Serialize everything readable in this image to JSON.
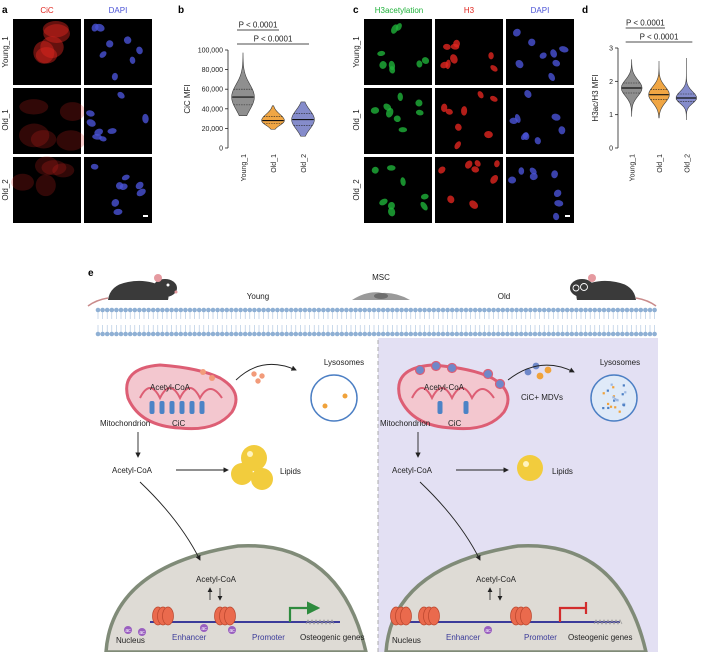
{
  "panels": {
    "a": "a",
    "b": "b",
    "c": "c",
    "d": "d",
    "e": "e"
  },
  "panel_a": {
    "channels": [
      "CiC",
      "DAPI"
    ],
    "rows": [
      "Young_1",
      "Old_1",
      "Old_2"
    ],
    "colors": {
      "CiC": "#e0261f",
      "DAPI": "#4a52d6"
    }
  },
  "panel_c": {
    "channels": [
      "H3acetylation",
      "H3",
      "DAPI"
    ],
    "rows": [
      "Young_1",
      "Old_1",
      "Old_2"
    ],
    "colors": {
      "H3acetylation": "#1fb23a",
      "H3": "#e0261f",
      "DAPI": "#4a52d6"
    }
  },
  "chart_data": [
    {
      "type": "violin",
      "panel": "b",
      "ylabel": "CiC MFI",
      "categories": [
        "Young_1",
        "Old_1",
        "Old_2"
      ],
      "median": [
        52000,
        28000,
        29000
      ],
      "quartiles": [
        [
          44000,
          60000
        ],
        [
          25000,
          32000
        ],
        [
          23000,
          35000
        ]
      ],
      "range": [
        [
          33000,
          97000
        ],
        [
          19000,
          43000
        ],
        [
          12000,
          47000
        ]
      ],
      "colors": [
        "#8a8a8a",
        "#f0a23a",
        "#7f86c9"
      ],
      "ylim": [
        0,
        100000
      ],
      "yticks": [
        "0",
        "20,000",
        "40,000",
        "60,000",
        "80,000",
        "100,000"
      ],
      "annotations": [
        {
          "label": "P < 0.0001",
          "from": "Young_1",
          "to": "Old_1"
        },
        {
          "label": "P < 0.0001",
          "from": "Young_1",
          "to": "Old_2"
        }
      ]
    },
    {
      "type": "violin",
      "panel": "d",
      "ylabel": "H3ac/H3 MFI",
      "categories": [
        "Young_1",
        "Old_1",
        "Old_2"
      ],
      "median": [
        1.8,
        1.6,
        1.5
      ],
      "quartiles": [
        [
          1.65,
          1.95
        ],
        [
          1.45,
          1.75
        ],
        [
          1.4,
          1.62
        ]
      ],
      "range": [
        [
          0.95,
          2.65
        ],
        [
          0.9,
          2.6
        ],
        [
          0.85,
          2.7
        ]
      ],
      "colors": [
        "#8a8a8a",
        "#f0a23a",
        "#7f86c9"
      ],
      "ylim": [
        0,
        3
      ],
      "yticks": [
        "0",
        "1",
        "2",
        "3"
      ],
      "annotations": [
        {
          "label": "P < 0.0001",
          "from": "Young_1",
          "to": "Old_1"
        },
        {
          "label": "P < 0.0001",
          "from": "Young_1",
          "to": "Old_2"
        }
      ]
    }
  ],
  "schematic": {
    "young": "Young",
    "old": "Old",
    "msc": "MSC",
    "left": {
      "lysosomes": "Lysosomes",
      "acetyl_mito": "Acetyl-CoA",
      "mitochondrion": "Mitochondrion",
      "cic": "CiC",
      "acetyl_cyto": "Acetyl-CoA",
      "lipids": "Lipids",
      "acetyl_nuc": "Acetyl-CoA",
      "nucleus": "Nucleus",
      "enhancer": "Enhancer",
      "promoter": "Promoter",
      "genes": "Osteogenic genes"
    },
    "right": {
      "lysosomes": "Lysosomes",
      "mdvs": "CiC+ MDVs",
      "acetyl_mito": "Acetyl-CoA",
      "mitochondrion": "Mitochondrion",
      "cic": "CiC",
      "acetyl_cyto": "Acetyl-CoA",
      "lipids": "Lipids",
      "acetyl_nuc": "Acetyl-CoA",
      "nucleus": "Nucleus",
      "enhancer": "Enhancer",
      "promoter": "Promoter",
      "genes": "Osteogenic genes"
    },
    "ac": "ac",
    "colors": {
      "old_bg": "#e3e0f3",
      "membrane": "#8fb0d4",
      "mito": "#dd5e74",
      "lipid": "#f2cc3d",
      "histone": "#ea6a4d",
      "arrow_green": "#2e8b3e",
      "arrow_red": "#d22c2c",
      "dna": "#3b3b9a"
    }
  }
}
